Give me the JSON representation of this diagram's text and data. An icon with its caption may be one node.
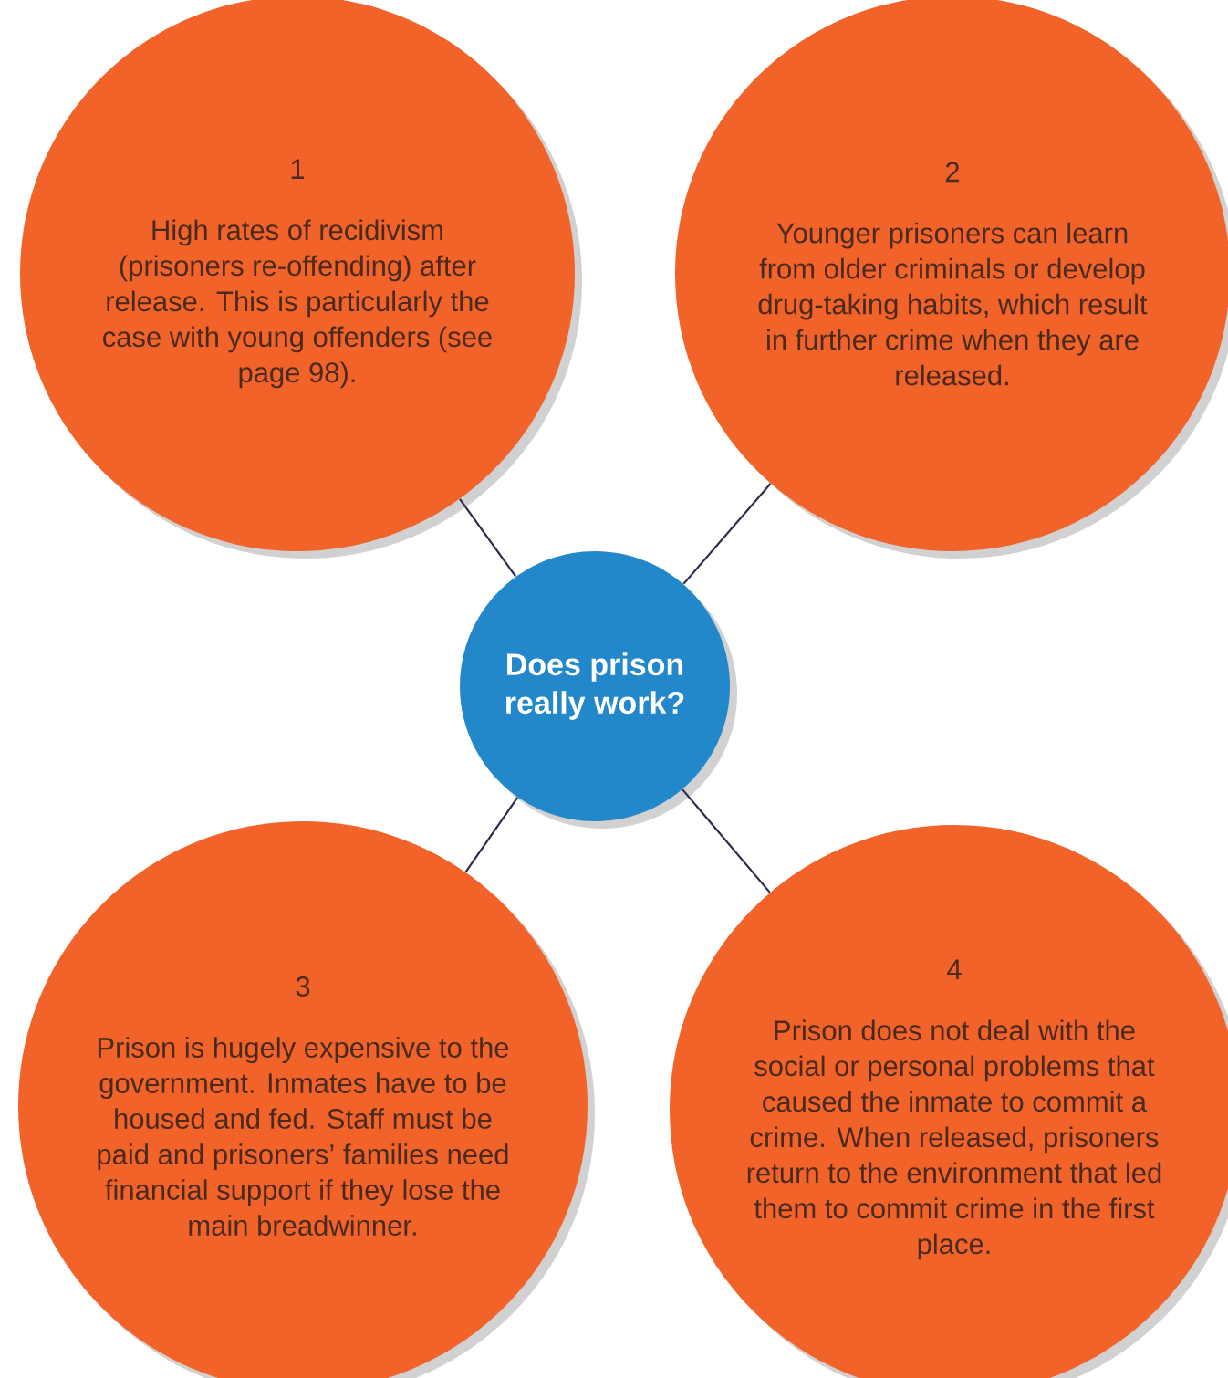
{
  "diagram": {
    "nodes": [
      {
        "text": [
          "1",
          "High rates of recidivism (prisoners re-offending) after release. This is particularly the case with young offenders (see page 98)."
        ]
      },
      {
        "text": [
          "2",
          "Younger prisoners can learn from older criminals or develop drug-taking habits, which result in further crime when they are released."
        ]
      },
      {
        "text": [
          "Does prison really work?"
        ]
      },
      {
        "text": [
          "3",
          "Prison is hugely expensive to the government. Inmates have to be housed and fed. Staff must be paid and prisoners’ families need financial support if they lose the main breadwinner."
        ]
      },
      {
        "text": [
          "4",
          "Prison does not deal with the social or personal problems that caused the inmate to commit a crime. When released, prisoners return to the environment that led them to commit crime in the first place."
        ]
      }
    ],
    "edges": [
      {
        "from": 2,
        "to": 0,
        "arrow": "none"
      },
      {
        "from": 2,
        "to": 1,
        "arrow": "none"
      },
      {
        "from": 2,
        "to": 3,
        "arrow": "none"
      },
      {
        "from": 2,
        "to": 4,
        "arrow": "none"
      }
    ]
  }
}
